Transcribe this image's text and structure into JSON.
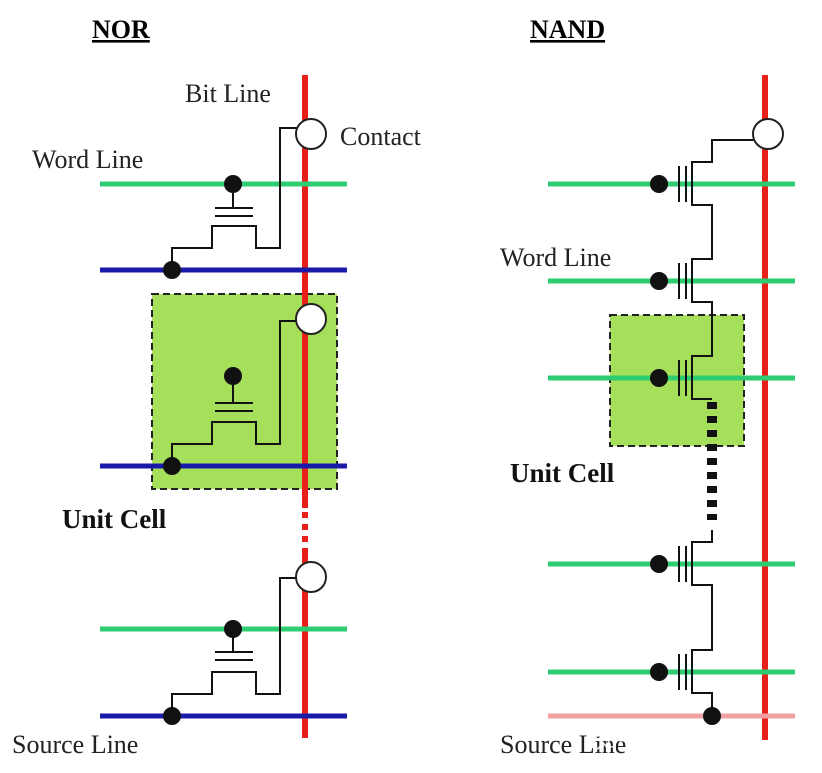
{
  "nor": {
    "title": "NOR",
    "bit_line_label": "Bit Line",
    "contact_label": "Contact",
    "word_line_label": "Word Line",
    "unit_cell_label": "Unit Cell",
    "source_line_label": "Source Line"
  },
  "nand": {
    "title": "NAND",
    "word_line_label": "Word Line",
    "unit_cell_label": "Unit Cell",
    "source_line_label": "Source Line"
  },
  "watermark": "知乎 @木禾投研",
  "colors": {
    "bit_line": "#e8201a",
    "word_line": "#2ecc71",
    "source_line": "#1a1aa8",
    "nand_source_line": "#f0a0a0",
    "unit_cell_fill": "#a6e05a",
    "wire": "#111111"
  }
}
